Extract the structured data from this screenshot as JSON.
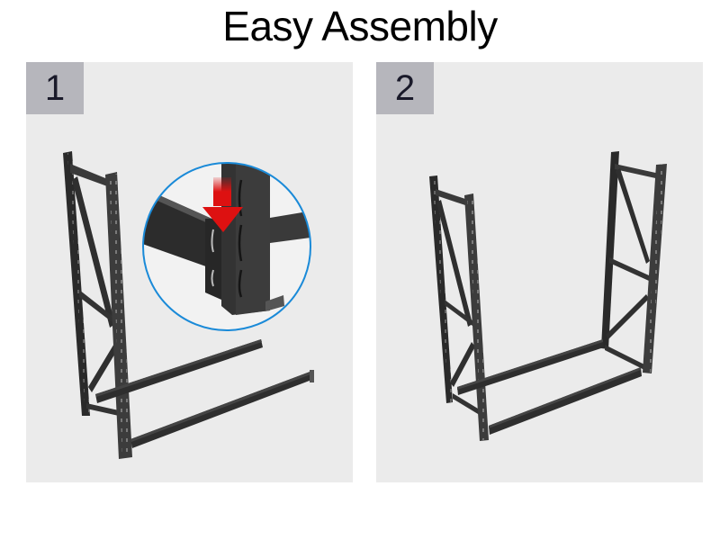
{
  "page": {
    "title": "Easy Assembly"
  },
  "steps": [
    {
      "number": "1",
      "description_visual": "Upright frame with two loose beams; magnified inset shows beam connector sliding down into upright slots",
      "inset": {
        "border_color": "#1a8ad8",
        "arrow_color": "#dd1111",
        "arrow_direction": "down"
      }
    },
    {
      "number": "2",
      "description_visual": "Completed rack: two upright frames connected by two horizontal beams"
    }
  ],
  "colors": {
    "panel_bg": "#ebebeb",
    "badge_bg": "#b6b6bc",
    "badge_text": "#1a1a2a",
    "steel": "#333333",
    "steel_dark": "#1e1e1e",
    "steel_light": "#4a4a4a"
  }
}
